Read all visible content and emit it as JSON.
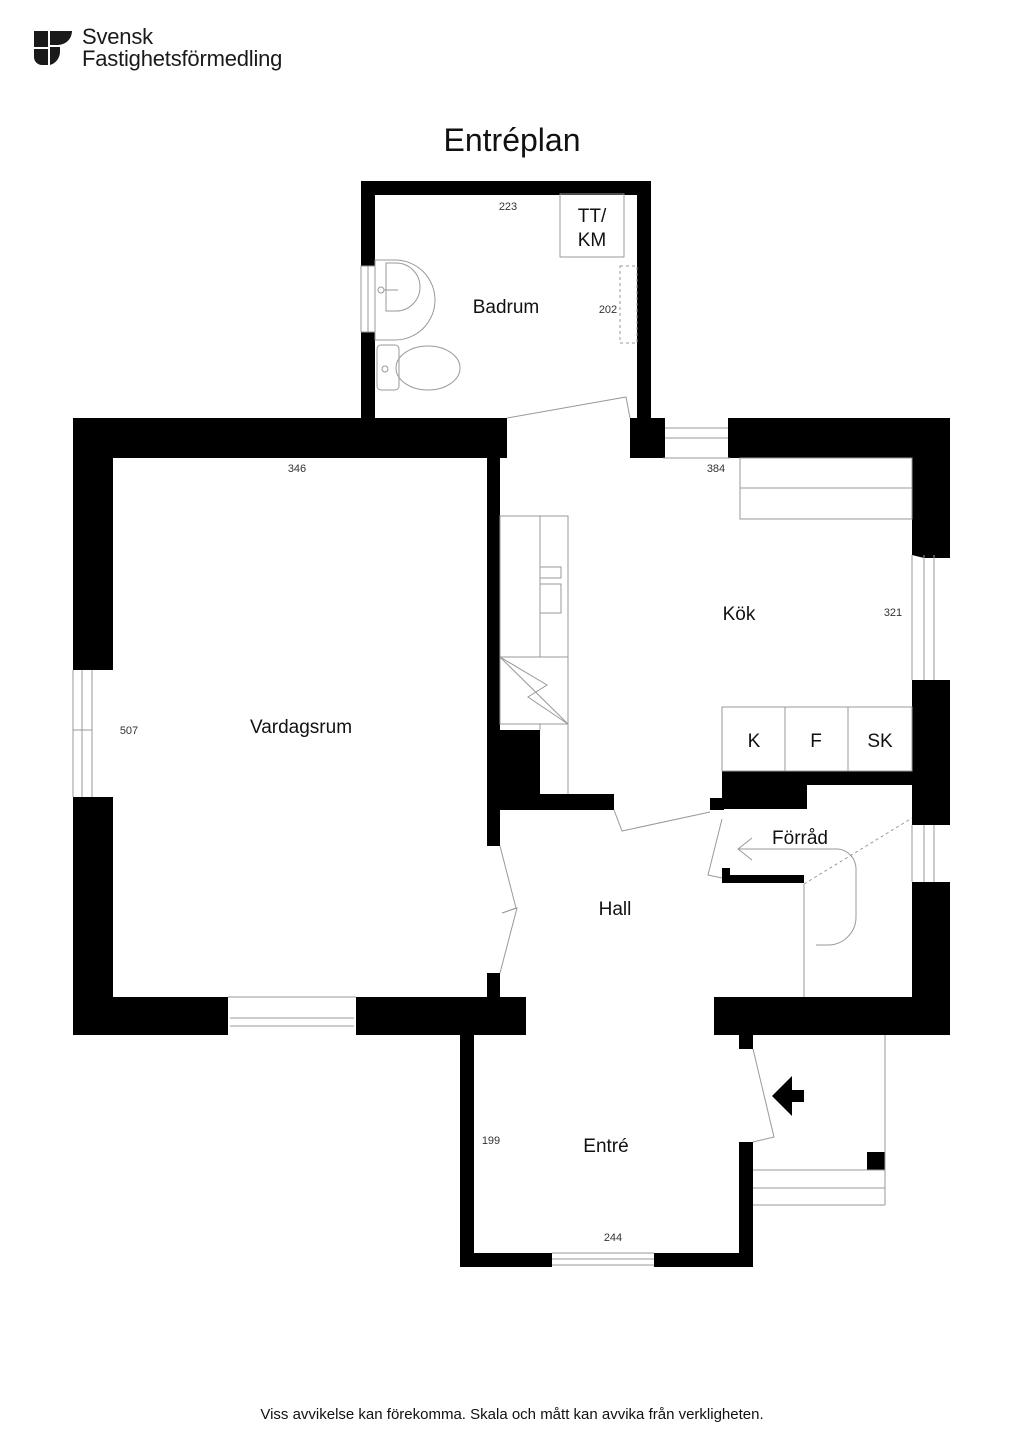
{
  "brand": {
    "line1": "Svensk",
    "line2": "Fastighetsförmedling",
    "logo_icon": "sf-logo-icon"
  },
  "title": "Entréplan",
  "rooms": {
    "badrum": {
      "label": "Badrum",
      "dims": [
        "223",
        "202"
      ]
    },
    "vardagsrum": {
      "label": "Vardagsrum",
      "dims": [
        "346",
        "507"
      ]
    },
    "kok": {
      "label": "Kök",
      "dims": [
        "384",
        "321"
      ]
    },
    "hall": {
      "label": "Hall"
    },
    "forrad": {
      "label": "Förråd"
    },
    "entre": {
      "label": "Entré",
      "dims": [
        "199",
        "244"
      ]
    }
  },
  "appliances": {
    "tt_km_line1": "TT/",
    "tt_km_line2": "KM",
    "k": "K",
    "f": "F",
    "sk": "SK"
  },
  "entrance_icon": "entrance-arrow-icon",
  "footer": "Viss avvikelse kan förekomma. Skala och mått kan avvika från verkligheten.",
  "colors": {
    "wall": "#000000",
    "line": "#999999",
    "background": "#ffffff"
  }
}
